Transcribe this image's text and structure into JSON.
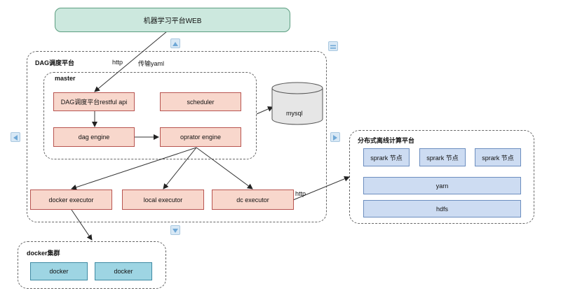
{
  "nodes": {
    "web": "机器学习平台WEB",
    "restful": "DAG调度平台restful api",
    "scheduler": "scheduler",
    "dag_engine": "dag engine",
    "operator_engine": "oprator engine",
    "mysql": "mysql",
    "docker_executor": "docker executor",
    "local_executor": "local executor",
    "dc_executor": "dc executor",
    "spark1": "sprark 节点",
    "spark2": "sprark 节点",
    "spark3": "sprark 节点",
    "yarn": "yarn",
    "hdfs": "hdfs",
    "docker1": "docker",
    "docker2": "docker"
  },
  "groups": {
    "dag_platform": "DAG调度平台",
    "master": "master",
    "compute": "分布式离线计算平台",
    "docker_cluster": "docker集群"
  },
  "edge_labels": {
    "http_top": "http",
    "transfer": "传输yaml",
    "http_right": "http"
  },
  "colors": {
    "pink_fill": "#f8d7cc",
    "pink_stroke": "#b85450",
    "blue_fill": "#cddcf2",
    "blue_stroke": "#6c8ebf",
    "cyan_fill": "#9ed5e3",
    "green_fill": "#cce8de",
    "nav_fill": "#d8e8f5"
  },
  "nav_icons": [
    "arrow-up-icon",
    "arrow-down-icon",
    "arrow-left-icon",
    "arrow-right-icon",
    "menu-icon"
  ]
}
